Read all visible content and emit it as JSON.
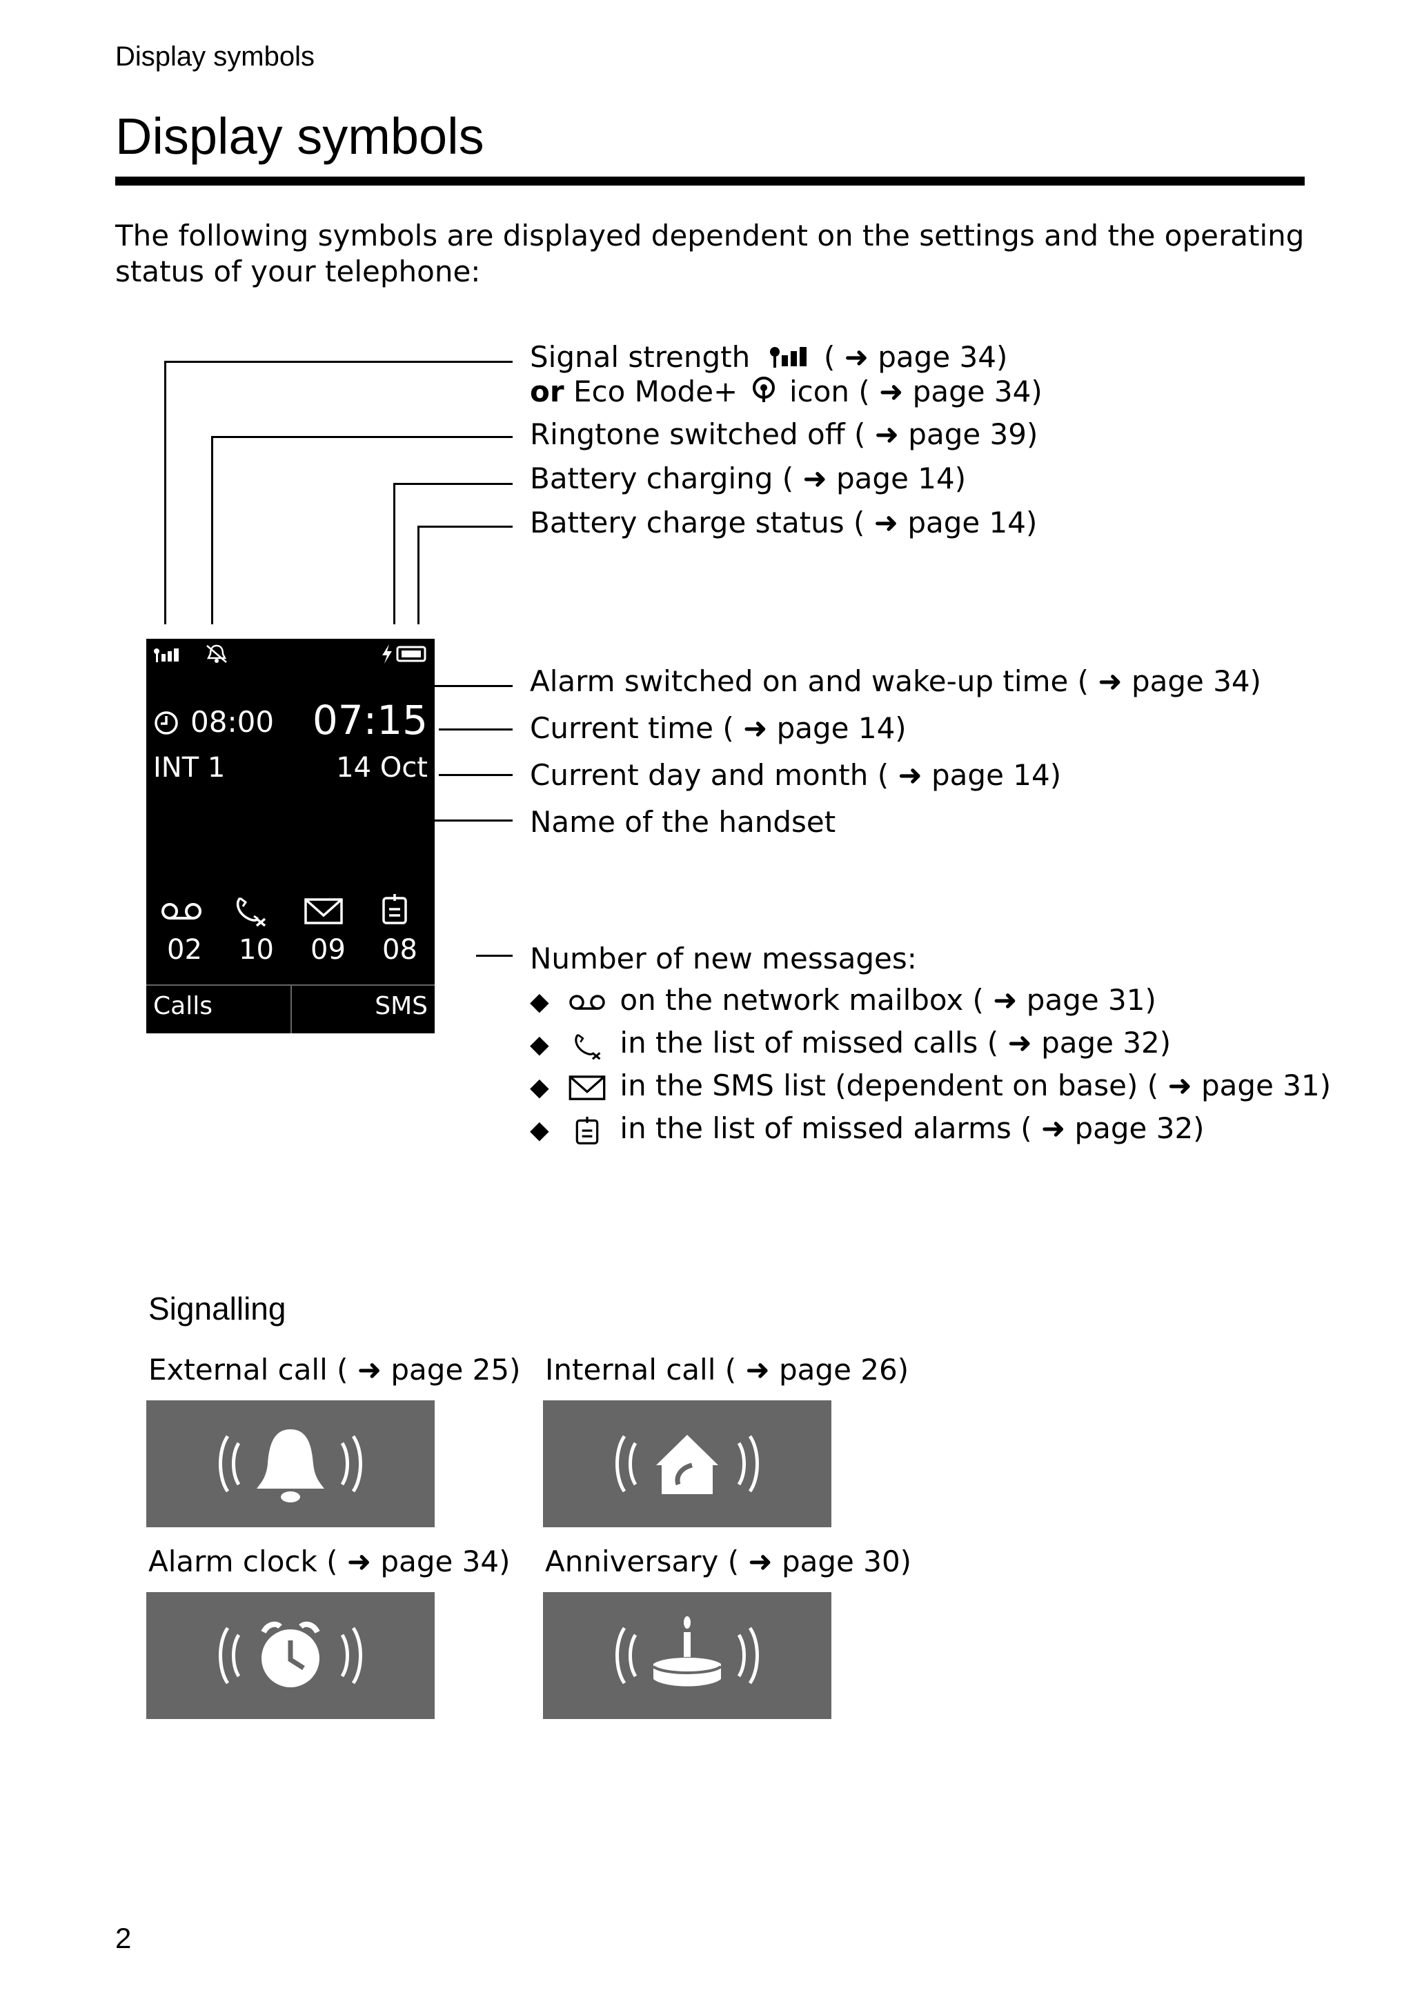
{
  "header": {
    "running_title": "Display symbols"
  },
  "title": "Display symbols",
  "intro": "The following symbols are displayed dependent on the settings and the operating status of your telephone:",
  "callouts": {
    "signal_prefix": "Signal strength",
    "signal_ref": "( ➜ page 34)",
    "eco_or": "or",
    "eco_text": "Eco Mode+",
    "eco_ref": "icon ( ➜ page 34)",
    "ringtone": "Ringtone switched off ( ➜ page 39)",
    "battery_charging": "Battery charging ( ➜ page 14)",
    "battery_status": "Battery charge status ( ➜ page 14)",
    "alarm": "Alarm switched on and wake-up time ( ➜ page 34)",
    "current_time": "Current time ( ➜ page 14)",
    "current_date": "Current day and month ( ➜ page 14)",
    "handset_name": "Name of the handset",
    "new_messages": "Number of new messages:",
    "msg_items": [
      {
        "icon": "voicemail-icon",
        "text": "on the network mailbox ( ➜ page 31)"
      },
      {
        "icon": "missed-call-icon",
        "text": "in the list of missed calls ( ➜ page 32)"
      },
      {
        "icon": "envelope-icon",
        "text": "in the SMS list (dependent on base) ( ➜ page 31)"
      },
      {
        "icon": "missed-alarm-icon",
        "text": "in the list of missed alarms ( ➜ page 32)"
      }
    ]
  },
  "screen": {
    "alarm_time": "08:00",
    "time": "07:15",
    "handset": "INT 1",
    "date": "14 Oct",
    "counts": [
      "02",
      "10",
      "09",
      "08"
    ],
    "softkey_left": "Calls",
    "softkey_right": "SMS"
  },
  "signalling": {
    "heading": "Signalling",
    "external": "External call ( ➜ page 25)",
    "internal": "Internal call ( ➜ page 26)",
    "alarm_clock": "Alarm clock ( ➜ page 34)",
    "anniversary": "Anniversary ( ➜ page 30)"
  },
  "footer": {
    "page_number": "2"
  }
}
